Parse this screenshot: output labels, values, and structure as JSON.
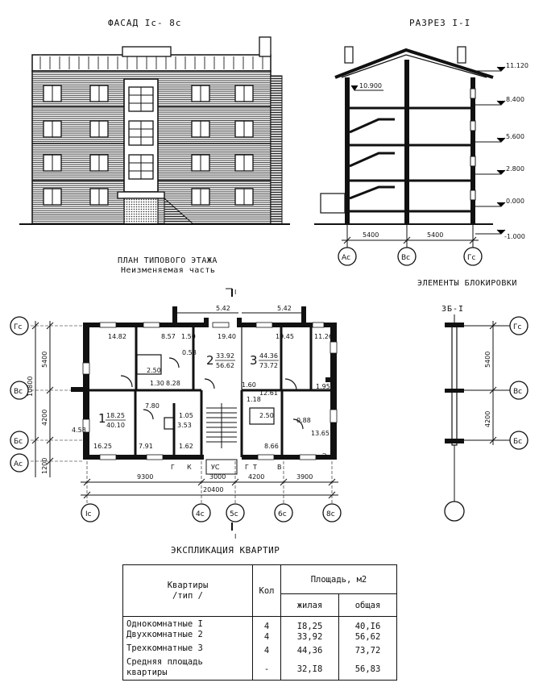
{
  "titles": {
    "facade": "ФАСАД  Iс- 8с",
    "section": "РАЗРЕЗ  I-I",
    "plan_line1": "ПЛАН ТИПОВОГО ЭТАЖА",
    "plan_line2": "Неизменяемая часть",
    "blocking": "ЭЛЕМЕНТЫ БЛОКИРОВКИ",
    "block_mark": "ЗБ-I",
    "explication": "ЭКСПЛИКАЦИЯ КВАРТИР"
  },
  "section": {
    "levels": [
      "11.120",
      "8.400",
      "5.600",
      "2.800",
      "0.000",
      "-1.000"
    ],
    "inner_level": "10.900",
    "spans": [
      "5400",
      "5400"
    ],
    "axes": [
      "Ас",
      "Вс",
      "Гс"
    ]
  },
  "plan": {
    "row_axes": [
      "Гс",
      "Вс",
      "Бс",
      "Ас"
    ],
    "col_axes": [
      "Iс",
      "4с",
      "5с",
      "6с",
      "8с"
    ],
    "section_mark": "I",
    "left_dims": [
      "5400",
      "4200",
      "10800",
      "1200"
    ],
    "bottom_dims": [
      "9300",
      "3000",
      "4200",
      "3900"
    ],
    "total_dim": "20400",
    "top_dims": [
      "5.42",
      "5.42"
    ],
    "areas": [
      "14.82",
      "8.57",
      "1.50",
      "19.40",
      "19.45",
      "11.26",
      "0.58",
      "2.50",
      "1.30",
      "8.28",
      "1.60",
      "12.61",
      "1.95",
      "7.80",
      "1.18",
      "2.50",
      "1.05",
      "3.53",
      "0.88",
      "4.58",
      "16.25",
      "7.91",
      "1.62",
      "8.66",
      "13.65"
    ],
    "apt_big": [
      "2",
      "3",
      "1"
    ],
    "apt_fracs": [
      {
        "top": "33.92",
        "bottom": "56.62"
      },
      {
        "top": "44.36",
        "bottom": "73.72"
      },
      {
        "top": "18.25",
        "bottom": "40.10"
      }
    ],
    "letters": [
      "Г",
      "К",
      "УС",
      "Г",
      "Т",
      "В",
      "Э"
    ]
  },
  "blocking": {
    "axes": [
      "Гс",
      "Вс",
      "Бс"
    ],
    "dims": [
      "5400",
      "4200"
    ]
  },
  "table": {
    "h_apartments_1": "Квартиры",
    "h_apartments_2": "/тип /",
    "h_count": "Кол",
    "h_area": "Площадь, м2",
    "h_living": "жилая",
    "h_total": "общая",
    "r1_name": "Однокомнатные I",
    "r2_name": "Двухкомнатные 2",
    "r3_name": "Трехкомнатные 3",
    "r4_name_1": "Средняя площадь",
    "r4_name_2": "квартиры",
    "r1_count": "4",
    "r2_count": "4",
    "r3_count": "4",
    "r4_count": "-",
    "r1_living": "I8,25",
    "r2_living": "33,92",
    "r3_living": "44,36",
    "r4_living": "32,I8",
    "r1_total": "40,I6",
    "r2_total": "56,62",
    "r3_total": "73,72",
    "r4_total": "56,83"
  }
}
